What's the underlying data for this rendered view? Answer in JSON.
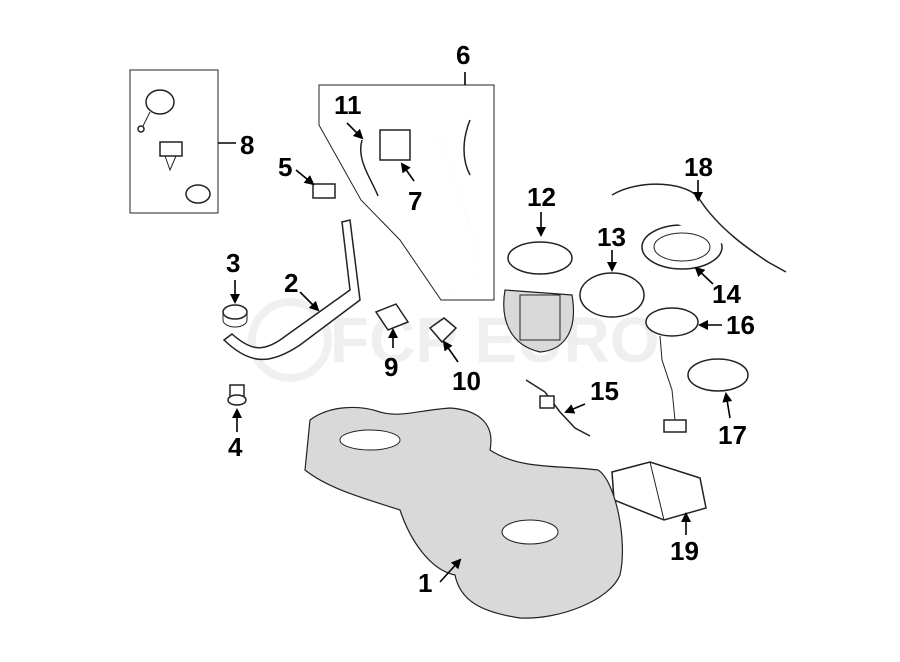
{
  "watermark": "FCP EURO",
  "callouts": {
    "c1": "1",
    "c2": "2",
    "c3": "3",
    "c4": "4",
    "c5": "5",
    "c6": "6",
    "c7": "7",
    "c8": "8",
    "c9": "9",
    "c10": "10",
    "c11": "11",
    "c12": "12",
    "c13": "13",
    "c14": "14",
    "c15": "15",
    "c16": "16",
    "c17": "17",
    "c18": "18",
    "c19": "19"
  }
}
